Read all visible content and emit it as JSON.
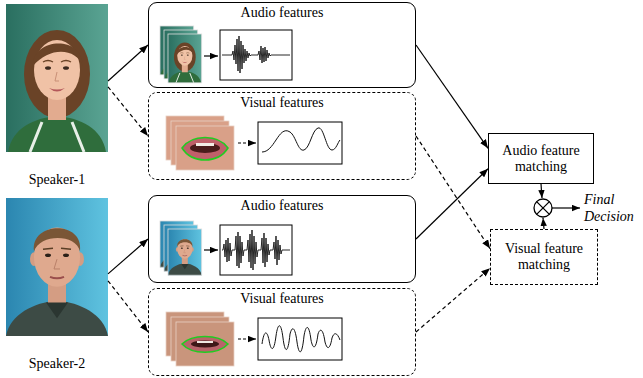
{
  "diagram": {
    "nodes": [
      {
        "text": [
          "Speaker-1"
        ]
      },
      {
        "text": [
          "Audio features"
        ]
      },
      {
        "text": [
          "Visual features"
        ]
      },
      {
        "text": [
          "Speaker-2"
        ]
      },
      {
        "text": [
          "Audio features"
        ]
      },
      {
        "text": [
          "Visual features"
        ]
      },
      {
        "text": [
          "Audio feature matching"
        ]
      },
      {
        "text": [
          "Visual feature matching"
        ]
      }
    ],
    "edges": [
      {
        "from": 0,
        "to": 1,
        "arrow": "to"
      },
      {
        "from": 0,
        "to": 2,
        "arrow": "to"
      },
      {
        "from": 3,
        "to": 4,
        "arrow": "to"
      },
      {
        "from": 3,
        "to": 5,
        "arrow": "to"
      },
      {
        "from": 1,
        "to": 6,
        "arrow": "to"
      },
      {
        "from": 4,
        "to": 6,
        "arrow": "to"
      },
      {
        "from": 2,
        "to": 7,
        "arrow": "to"
      },
      {
        "from": 5,
        "to": 7,
        "arrow": "to"
      }
    ],
    "labels": [
      "Final Decision"
    ]
  }
}
